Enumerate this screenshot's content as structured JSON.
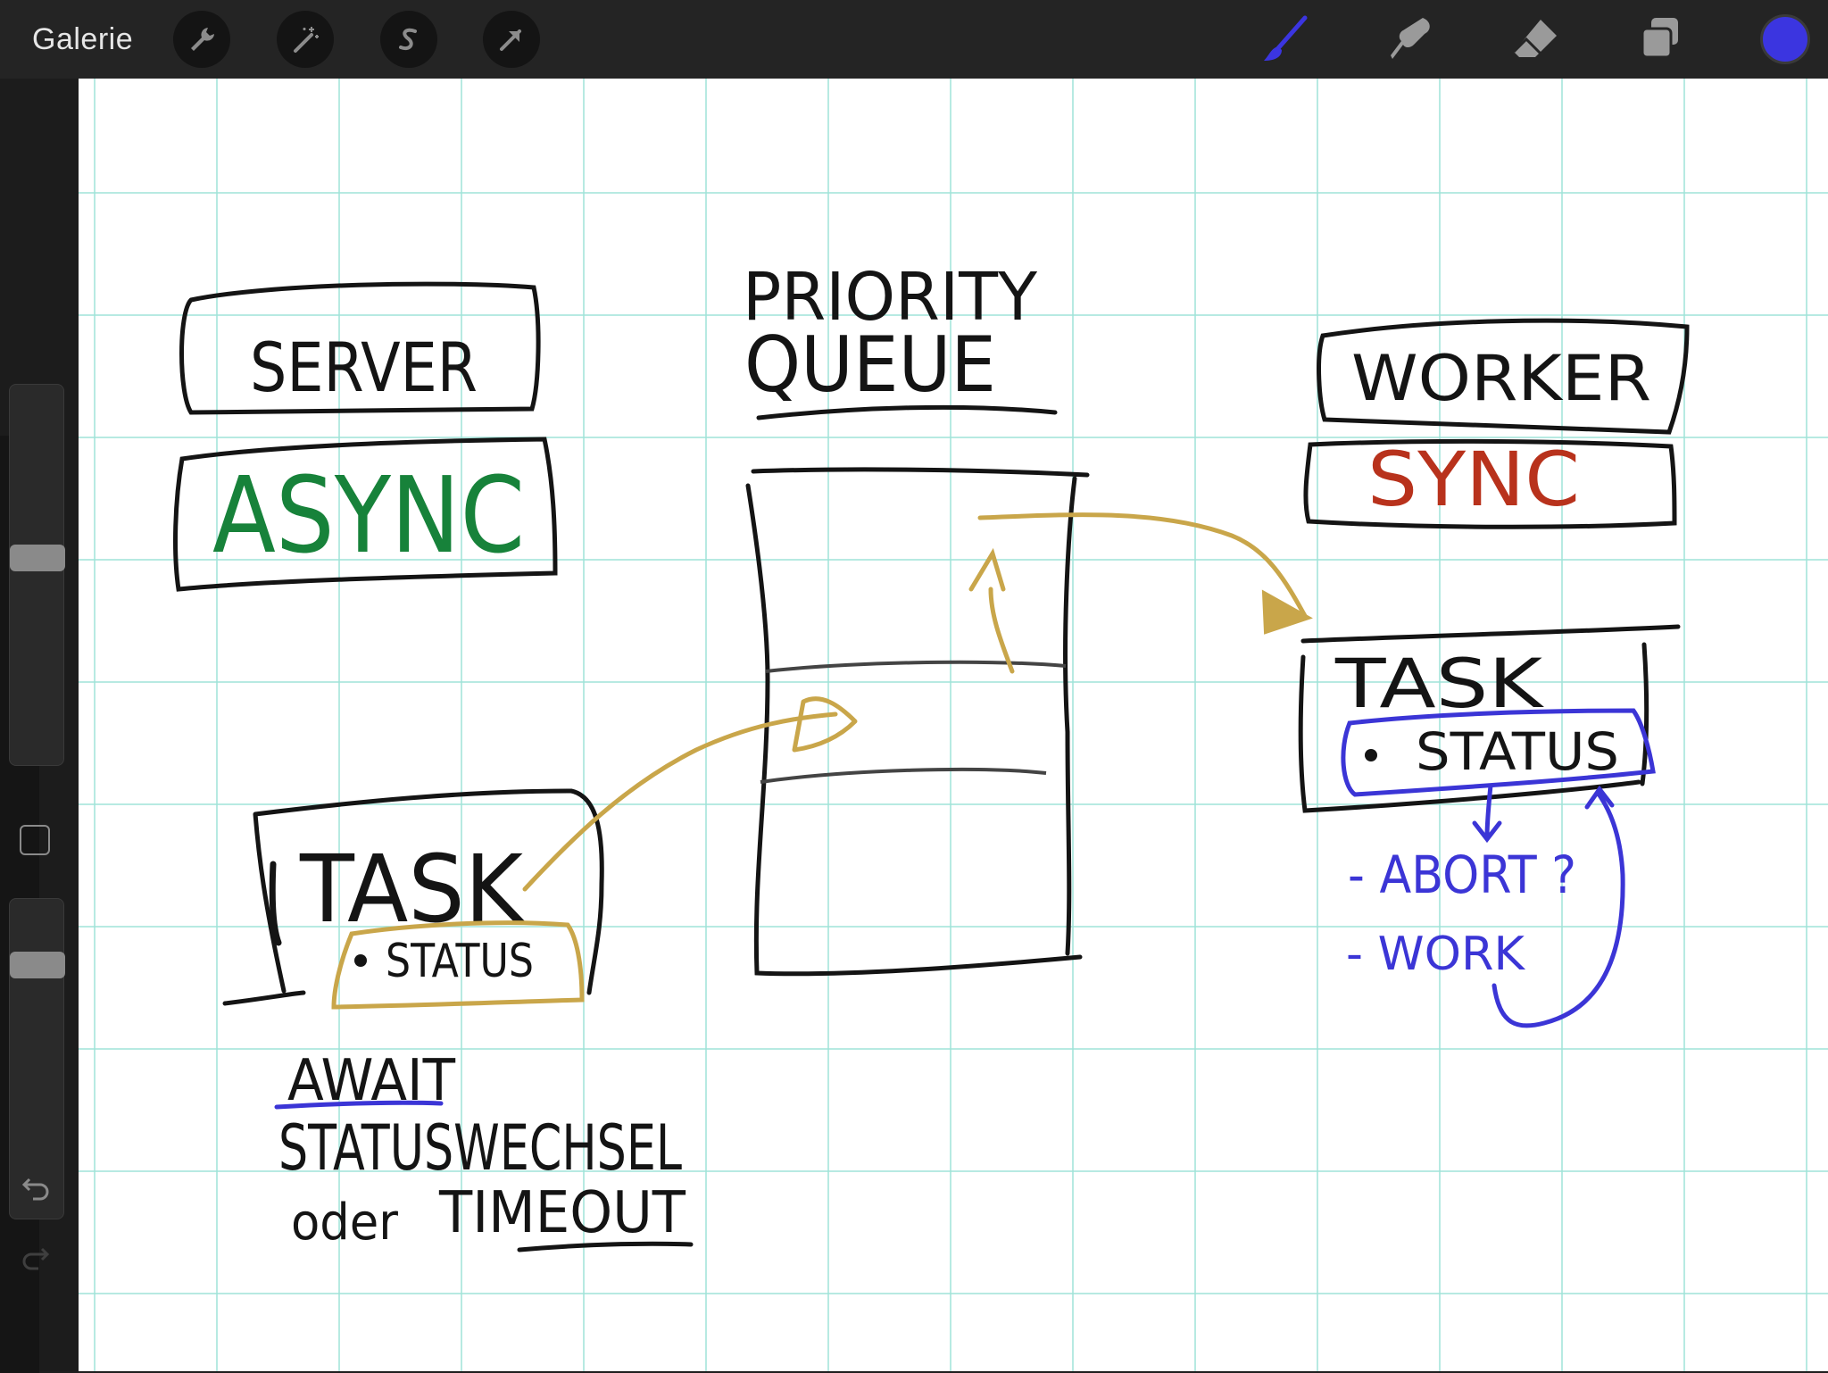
{
  "topbar": {
    "gallery_label": "Galerie",
    "left_tools": [
      "wrench-icon",
      "magic-wand-icon",
      "selection-s-icon",
      "arrow-transform-icon"
    ],
    "right_tools": [
      "brush-icon",
      "smudge-icon",
      "eraser-icon",
      "layers-icon"
    ],
    "active_tool": "brush-icon",
    "current_color": "#3b35e0"
  },
  "sidebar": {
    "brush_size_level": 0.55,
    "opacity_level": 0.82,
    "undo_icon": "undo-icon",
    "redo_icon": "redo-icon"
  },
  "colors": {
    "ink": "#141414",
    "gold": "#c9a64a",
    "green": "#17823a",
    "red": "#b8321c",
    "blue": "#3b35d6",
    "grid": "#9fe3d8"
  },
  "drawing": {
    "server_label": "SERVER",
    "async_label": "ASYNC",
    "priority_label_1": "PRIORITY",
    "priority_label_2": "QUEUE",
    "worker_label": "WORKER",
    "sync_label": "SYNC",
    "task_left_label": "TASK",
    "status_left_label": "STATUS",
    "task_right_label": "TASK",
    "status_right_label": "STATUS",
    "abort_label": "- ABORT ?",
    "work_label": "- WORK",
    "await_label": "AWAIT",
    "statuswechsel_label": "STATUSWECHSEL",
    "oder_label": "oder",
    "timeout_label": "TIMEOUT"
  }
}
